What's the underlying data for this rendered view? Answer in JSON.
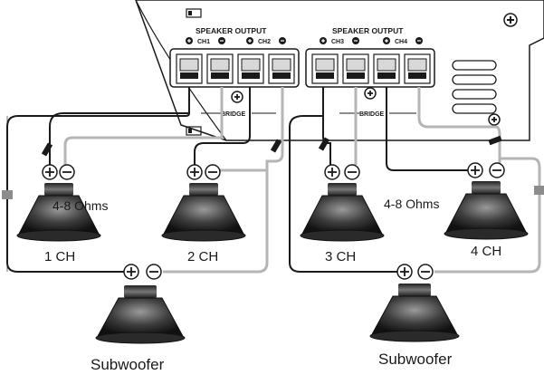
{
  "amplifier": {
    "speaker_output_left": "SPEAKER OUTPUT",
    "speaker_output_right": "SPEAKER OUTPUT",
    "ch1": "CH1",
    "ch2": "CH2",
    "ch3": "CH3",
    "ch4": "CH4",
    "bridge_left": "BRIDGE",
    "bridge_right": "BRIDGE"
  },
  "labels": {
    "ohms_left": "4-8 Ohms",
    "ohms_right": "4-8 Ohms",
    "ch1_speaker": "1 CH",
    "ch2_speaker": "2 CH",
    "ch3_speaker": "3 CH",
    "ch4_speaker": "4 CH",
    "sub_left": "Subwoofer",
    "sub_right": "Subwoofer"
  },
  "colors": {
    "line": "#1a1a1a",
    "wire_gray": "#b5b5b5",
    "marker_gray": "#8c8c8c",
    "terminal_bg": "#d8d8d8"
  },
  "icons": {
    "plus": "plus-terminal-icon",
    "minus": "minus-terminal-icon"
  }
}
